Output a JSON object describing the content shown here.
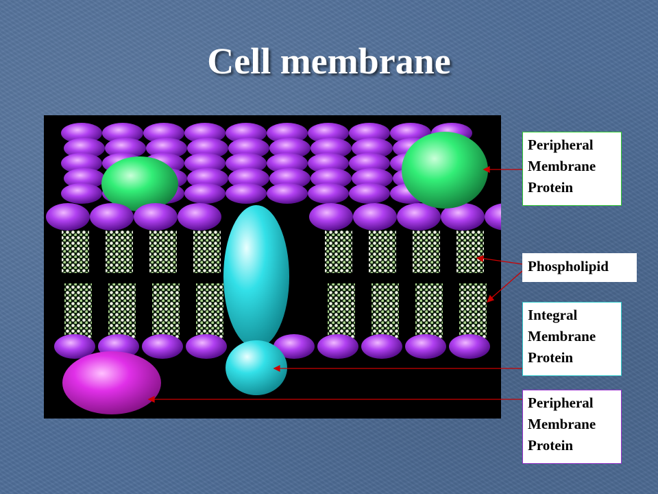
{
  "title": "Cell membrane",
  "labels": [
    {
      "text": "Peripheral\nMembrane\nProtein",
      "border_color": "#33cc33"
    },
    {
      "text": "Phospholipid",
      "border_color": "#ffffff"
    },
    {
      "text": "Integral\nMembrane\nProtein",
      "border_color": "#33cccc"
    },
    {
      "text": "Peripheral\nMembrane\nProtein",
      "border_color": "#9933cc"
    }
  ],
  "colors": {
    "head": "#b040f0",
    "tail": "#e8f0d8",
    "peripheral_top": "#33ee77",
    "integral": "#33e0e8",
    "peripheral_bottom": "#e030e8",
    "arrow": "#cc0000"
  }
}
